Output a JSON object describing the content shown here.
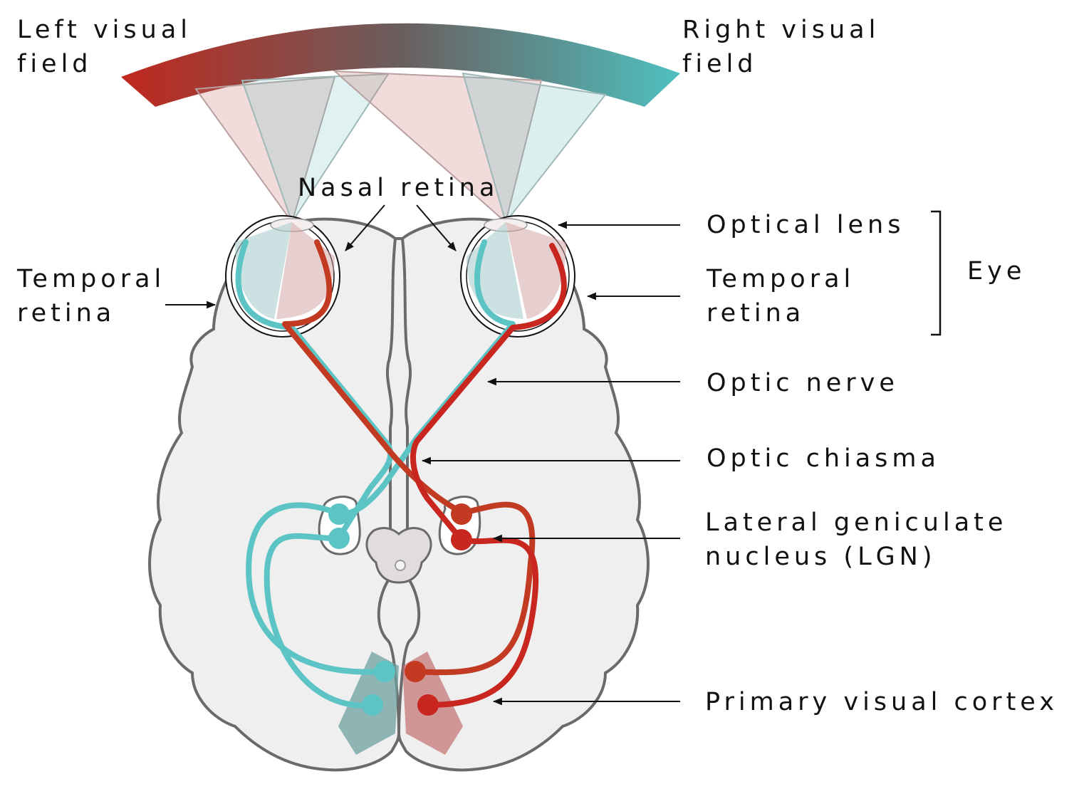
{
  "labels": {
    "left_field_1": "Left visual",
    "left_field_2": "field",
    "right_field_1": "Right visual",
    "right_field_2": "field",
    "nasal_retina": "Nasal retina",
    "temporal_retina_left_1": "Temporal",
    "temporal_retina_left_2": "retina",
    "optical_lens": "Optical lens",
    "temporal_retina_right_1": "Temporal",
    "temporal_retina_right_2": "retina",
    "eye": "Eye",
    "optic_nerve": "Optic nerve",
    "optic_chiasma": "Optic chiasma",
    "lgn_1": "Lateral geniculate",
    "lgn_2": "nucleus (LGN)",
    "primary_visual_cortex": "Primary visual cortex"
  },
  "colors": {
    "left_field": "#c0281e",
    "right_field": "#4fc0c0",
    "brain_fill": "#efefef",
    "brain_outline": "#6a6a6a",
    "cortex_right": "#c23b22"
  }
}
